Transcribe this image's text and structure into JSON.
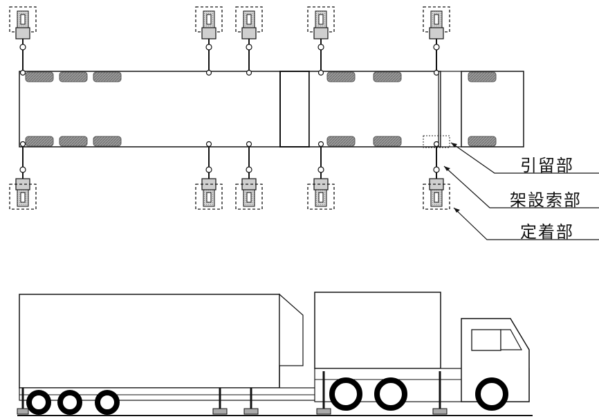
{
  "labels": {
    "anchor": "引留部",
    "rope": "架設索部",
    "fixing": "定着部"
  },
  "colors": {
    "line": "#111111",
    "fill_gray": "#c8c8c8",
    "pad_gray": "#9a9a9a",
    "wheel": "#000000"
  }
}
